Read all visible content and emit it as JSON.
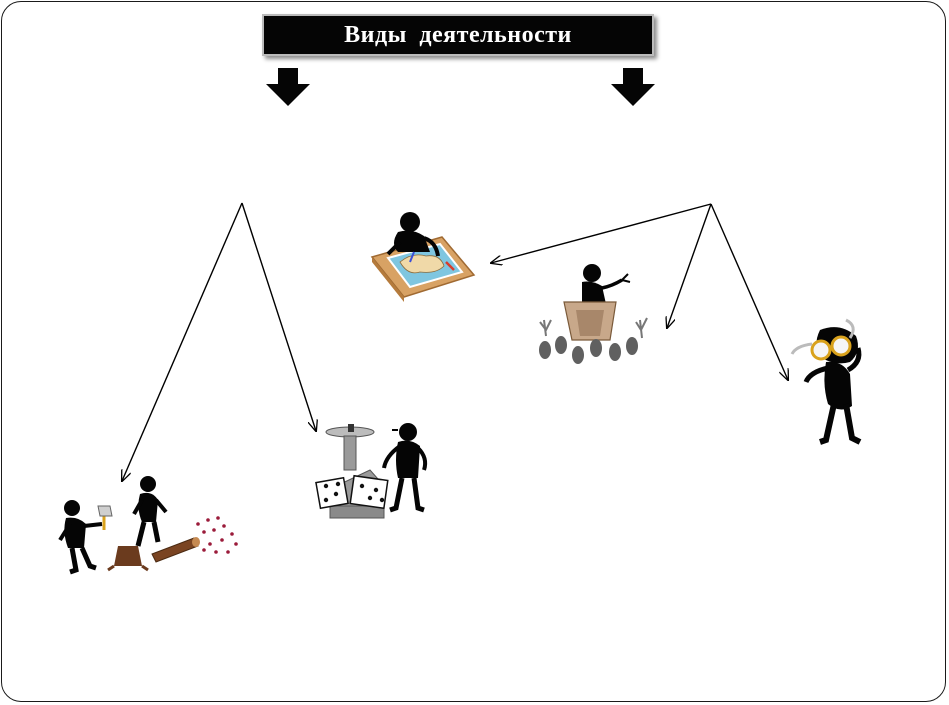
{
  "title": "Виды  деятельности",
  "colors": {
    "title_background": "#050505",
    "title_text": "#ffffff",
    "silhouette": "#050505",
    "easel_wood": "#d8a264",
    "map_water": "#7fc6e0",
    "map_land": "#f0d9a8",
    "stump": "#6b3b1e",
    "scale_metal": "#9a9a9a",
    "glasses_frame": "#d9a21c",
    "stones": "#606060",
    "bubbles": "#9b1b3a"
  },
  "illustrations": [
    "woodcutters-illustration",
    "scale-and-dice-illustration",
    "map-drawing-illustration",
    "speaker-at-podium-illustration",
    "thinking-person-with-glasses-illustration"
  ]
}
